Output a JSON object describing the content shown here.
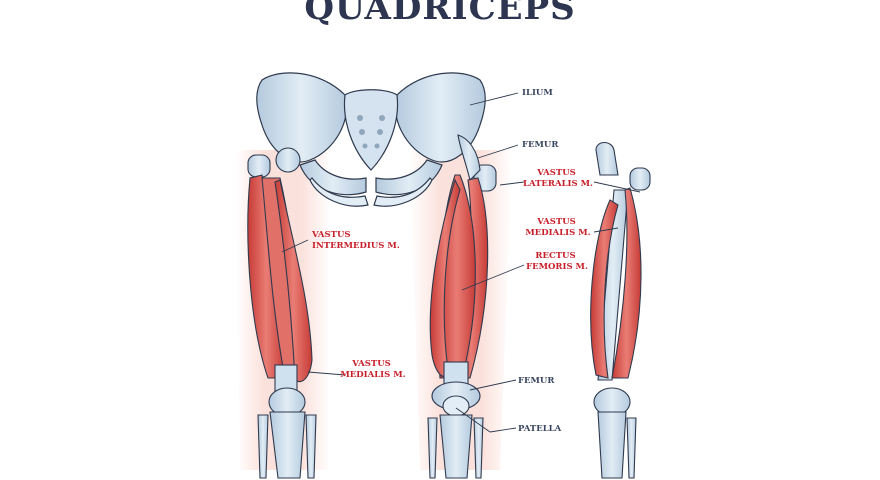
{
  "title": "QUADRICEPS",
  "labels": {
    "ilium": "ILIUM",
    "femur_top": "FEMUR",
    "vastus_lateralis": [
      "VASTUS",
      "LATERALIS M."
    ],
    "vastus_medialis_right": [
      "VASTUS",
      "MEDIALIS M."
    ],
    "rectus_femoris": [
      "RECTUS",
      "FEMORIS M."
    ],
    "vastus_intermedius": [
      "VASTUS",
      "INTERMEDIUS M."
    ],
    "vastus_medialis_left": [
      "VASTUS",
      "MEDIALIS M."
    ],
    "femur_bottom": "FEMUR",
    "patella": "PATELLA"
  },
  "colors": {
    "title": "#2d3550",
    "bone_label": "#3a4660",
    "muscle_label": "#c8202a",
    "bone": "#c9dbe9",
    "bone_outline": "#2f3a4e",
    "muscle": "#d9534f",
    "muscle_light": "#ec8a83",
    "skin": "#fbe3de"
  }
}
